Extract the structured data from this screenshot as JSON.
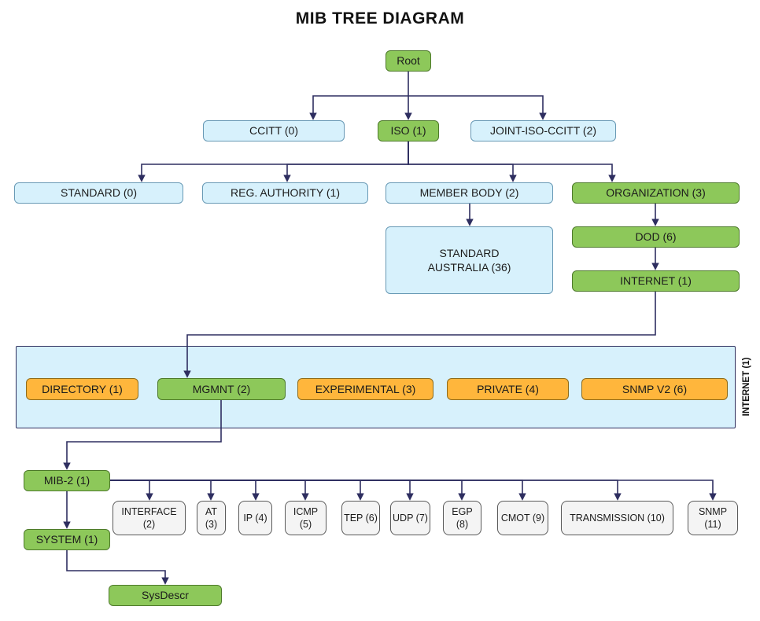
{
  "title": "MIB TREE DIAGRAM",
  "side_label": "INTERNET (1)",
  "nodes": {
    "root": "Root",
    "ccitt": "CCITT (0)",
    "iso": "ISO (1)",
    "joint_iso_ccitt": "JOINT-ISO-CCITT (2)",
    "standard": "STANDARD (0)",
    "reg_authority": "REG. AUTHORITY (1)",
    "member_body": "MEMBER BODY (2)",
    "organization": "ORGANIZATION (3)",
    "standard_australia": "STANDARD AUSTRALIA (36)",
    "dod": "DOD (6)",
    "internet": "INTERNET (1)",
    "directory": "DIRECTORY (1)",
    "mgmnt": "MGMNT (2)",
    "experimental": "EXPERIMENTAL (3)",
    "private": "PRIVATE (4)",
    "snmp_v2": "SNMP V2 (6)",
    "mib2": "MIB-2 (1)",
    "system": "SYSTEM (1)",
    "sysdescr": "SysDescr"
  },
  "mib2_children": [
    "INTERFACE (2)",
    "AT (3)",
    "IP (4)",
    "ICMP (5)",
    "TEP (6)",
    "UDP (7)",
    "EGP (8)",
    "CMOT (9)",
    "TRANSMISSION (10)",
    "SNMP (11)"
  ],
  "colors": {
    "green": "#8DC85A",
    "blue": "#D7F1FC",
    "orange": "#FFB63C",
    "gray": "#F4F4F4",
    "line": "#2E2E60"
  }
}
